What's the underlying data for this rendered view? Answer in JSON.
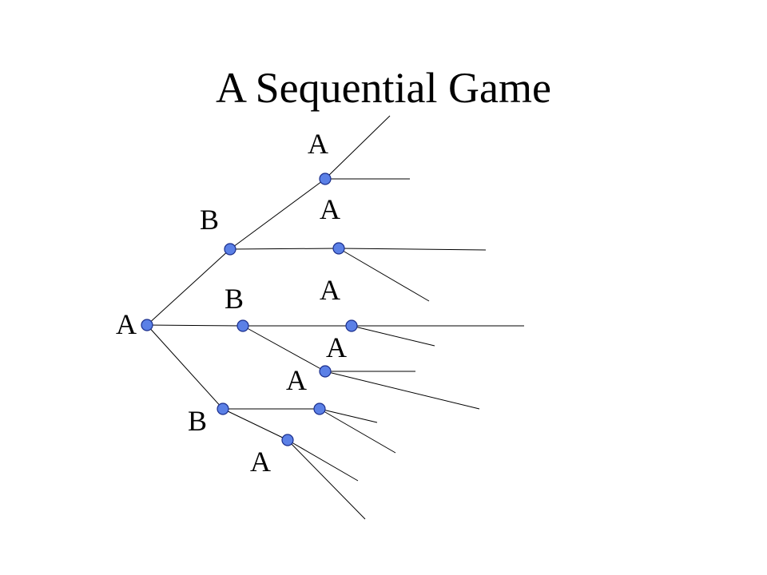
{
  "title": "A Sequential Game",
  "colors": {
    "node_fill": "#5b80e6",
    "node_stroke": "#1a2e8c",
    "edge": "#000000",
    "text": "#000000"
  },
  "tree": {
    "label": "A",
    "children": [
      {
        "label": "B",
        "children": [
          {
            "label": "A",
            "children": [
              {
                "label": ""
              },
              {
                "label": ""
              }
            ]
          },
          {
            "label": "A",
            "children": [
              {
                "label": ""
              },
              {
                "label": ""
              }
            ]
          }
        ]
      },
      {
        "label": "B",
        "children": [
          {
            "label": "A",
            "children": [
              {
                "label": ""
              },
              {
                "label": ""
              }
            ]
          },
          {
            "label": "A",
            "children": [
              {
                "label": ""
              },
              {
                "label": ""
              }
            ]
          }
        ]
      },
      {
        "label": "B",
        "children": [
          {
            "label": "A",
            "children": [
              {
                "label": ""
              },
              {
                "label": ""
              }
            ]
          },
          {
            "label": "A",
            "children": [
              {
                "label": ""
              },
              {
                "label": ""
              }
            ]
          }
        ]
      }
    ]
  }
}
